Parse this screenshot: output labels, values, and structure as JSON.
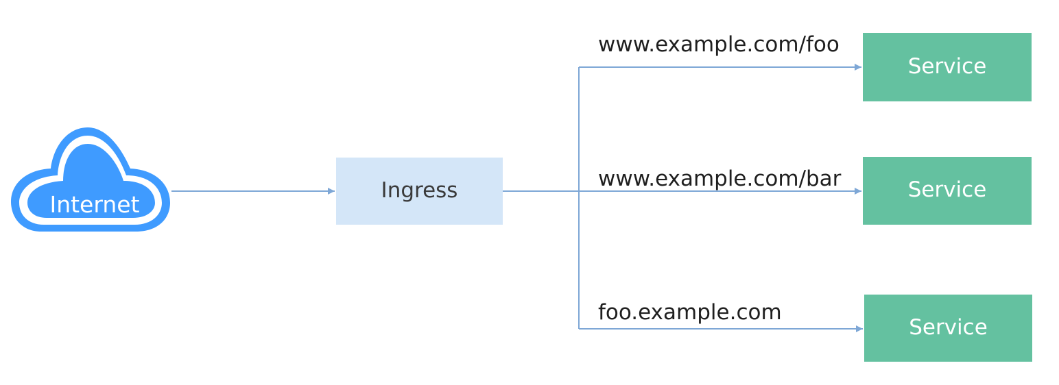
{
  "nodes": {
    "internet": {
      "label": "Internet"
    },
    "ingress": {
      "label": "Ingress"
    },
    "services": [
      {
        "label": "Service"
      },
      {
        "label": "Service"
      },
      {
        "label": "Service"
      }
    ]
  },
  "routes": [
    {
      "label": "www.example.com/foo"
    },
    {
      "label": "www.example.com/bar"
    },
    {
      "label": "foo.example.com"
    }
  ],
  "colors": {
    "cloud": "#3f9bff",
    "ingress_fill": "#d4e6f8",
    "service_fill": "#64c1a0",
    "connector": "#7ea7d6"
  }
}
